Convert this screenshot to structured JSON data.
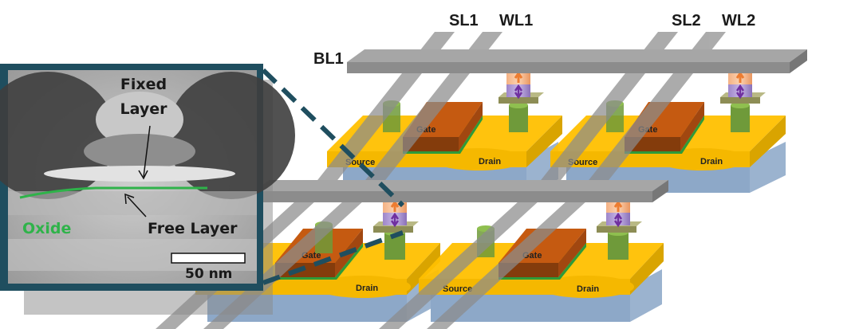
{
  "labels": {
    "sl1": "SL1",
    "wl1": "WL1",
    "sl2": "SL2",
    "wl2": "WL2",
    "bl1": "BL1"
  },
  "device": {
    "gate": "Gate",
    "source": "Source",
    "drain": "Drain"
  },
  "tem_inset": {
    "fixed_layer_line1": "Fixed",
    "fixed_layer_line2": "Layer",
    "free_layer": "Free Layer",
    "oxide": "Oxide",
    "scale_bar": "50 nm"
  },
  "colors": {
    "inset_frame": "#1f4e5f",
    "callout": "#1f4e5f",
    "oxide": "#2fb34a",
    "bitline": "#8c8c8c",
    "substrate": "#9bb3cf",
    "diffusion": "#f5c100",
    "gate": "#b55a1e",
    "via": "#6f9a3a",
    "mtj_top": "#f4b183",
    "mtj_bottom": "#a58ccf",
    "arrow_top": "#ed7d31",
    "arrow_bottom": "#7030a0"
  }
}
